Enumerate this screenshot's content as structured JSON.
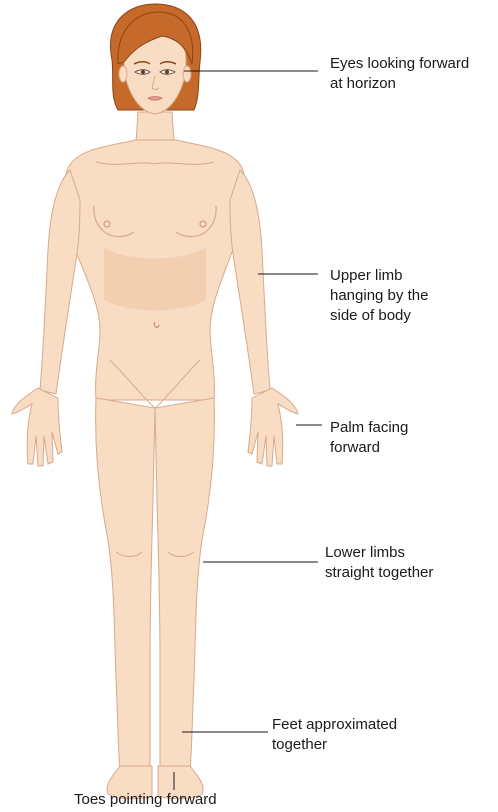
{
  "annotations": {
    "eyes": "Eyes looking forward\nat horizon",
    "upper_limb": "Upper limb\nhanging by the\nside of body",
    "palm": "Palm facing\nforward",
    "lower_limbs": "Lower limbs\nstraight together",
    "feet": "Feet approximated\ntogether",
    "toes": "Toes pointing forward"
  },
  "colors": {
    "skin": "#f8dcc4",
    "skin_shade": "#f0c7a6",
    "outline": "#d9a98a",
    "hair": "#c56a2a",
    "hair_dark": "#8a4516",
    "leader_line": "#1a1a1a"
  }
}
